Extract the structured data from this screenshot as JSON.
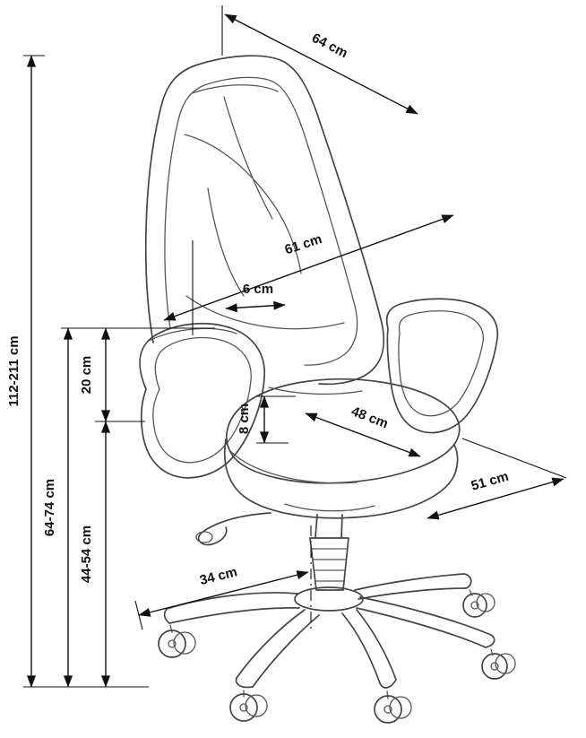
{
  "diagram": {
    "subject": "Office chair dimensional line drawing",
    "unit": "cm",
    "dimensions": {
      "backrest_top_width": "64 cm",
      "backrest_width": "61 cm",
      "armrest_pad_width": "6 cm",
      "armrest_above_seat": "20 cm",
      "seat_cushion_thickness": "8 cm",
      "seat_width": "48 cm",
      "seat_depth": "51 cm",
      "base_leg_length": "34 cm",
      "overall_height": "112-211 cm",
      "armrest_height": "64-74 cm",
      "seat_height": "44-54 cm"
    }
  }
}
